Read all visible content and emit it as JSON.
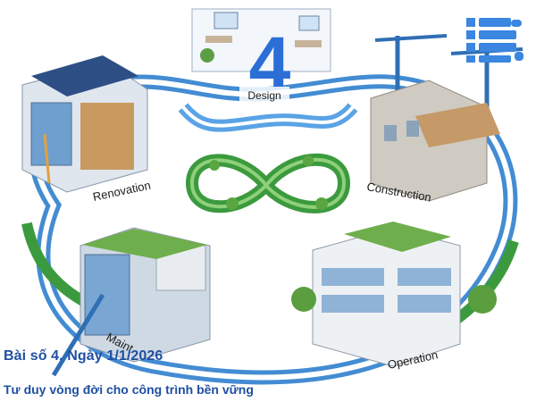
{
  "stages": {
    "design": "Design",
    "construction": "Construction",
    "operation": "Operation",
    "maintenance": "Maint",
    "renovation": "Renovation"
  },
  "center_number": "4",
  "caption": {
    "line1": "Bài số 4. Ngày 1/1/2026",
    "line2": "Tư duy vòng đời cho công trình bền vững"
  },
  "colors": {
    "loop_blue": "#2f7fce",
    "loop_green": "#3c9a3e",
    "accent_blue": "#2b6fd6",
    "logo_blue": "#3a86e0",
    "caption_blue": "#1f4fa3"
  },
  "icons": {
    "logo": "brand-logo-icon",
    "infinity": "infinity-loop-icon"
  }
}
